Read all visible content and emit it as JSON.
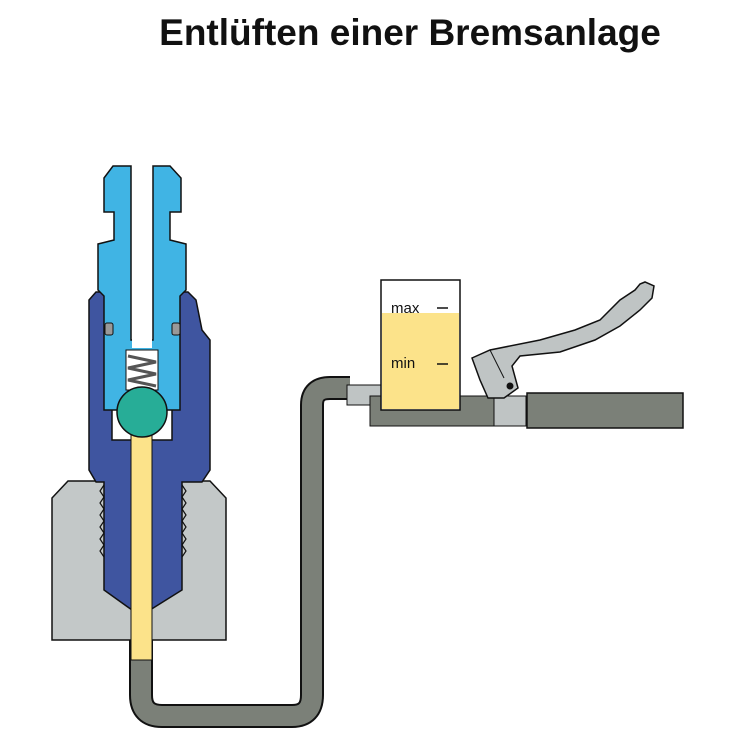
{
  "title": "Entlüften einer Bremsanlage",
  "reservoir": {
    "max_label": "max",
    "min_label": "min"
  },
  "colors": {
    "block": "#c3c8c8",
    "nut": "#3f55a0",
    "bleeder": "#40b4e4",
    "ball": "#27ad97",
    "fluid": "#fce38a",
    "hose": "#7b8078",
    "lever": "#bfc4c4"
  }
}
